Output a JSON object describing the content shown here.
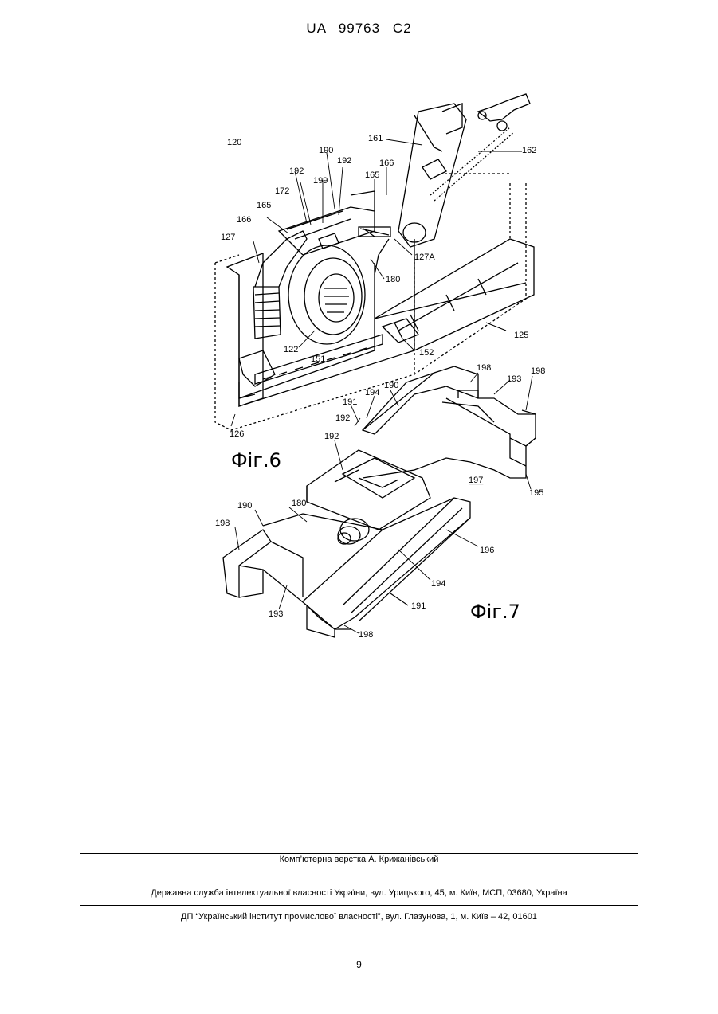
{
  "header": {
    "patent_number": "UA   99763   C2"
  },
  "figures": [
    {
      "caption": "Фіг.6",
      "labels": [
        "120",
        "190",
        "192",
        "192",
        "199",
        "172",
        "165",
        "166",
        "127",
        "161",
        "165",
        "166",
        "162",
        "127A",
        "180",
        "122",
        "151",
        "152",
        "125",
        "126"
      ]
    },
    {
      "caption": "Фіг.7",
      "labels": [
        "198",
        "193",
        "198",
        "194",
        "190",
        "191",
        "192",
        "192",
        "197",
        "195",
        "190",
        "180",
        "198",
        "196",
        "194",
        "193",
        "191",
        "198"
      ]
    }
  ],
  "footer": {
    "layout_credit": "Комп’ютерна верстка А. Крижанівський",
    "agency": "Державна служба інтелектуальної власності України, вул. Урицького, 45, м. Київ, МСП, 03680, Україна",
    "institute": "ДП “Український інститут промислової власності”, вул. Глазунова, 1, м. Київ – 42, 01601"
  },
  "page_number": "9"
}
